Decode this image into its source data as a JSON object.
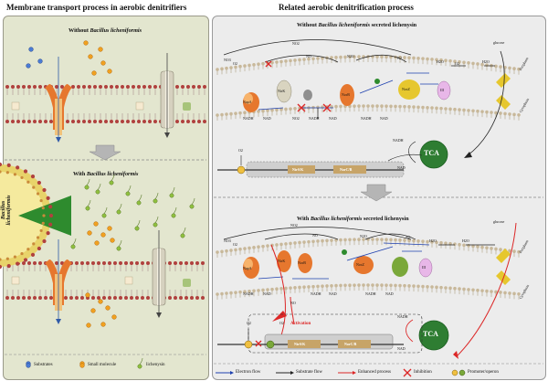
{
  "left_panel": {
    "title": "Membrane transport process in aerobic denitrifiers",
    "top_subtitle_prefix": "Without ",
    "top_subtitle_italic": "Bacillus licheniformis",
    "bottom_subtitle_prefix": "With ",
    "bottom_subtitle_italic": "Bacillus licheniformis",
    "cell_label": "Bacillus licheniformis"
  },
  "right_panel": {
    "title": "Related aerobic denitrification process",
    "top_subtitle_prefix": "Without ",
    "top_subtitle_italic": "Bacillus licheniformis",
    "top_subtitle_suffix": " secreted lichenysin",
    "bottom_subtitle_prefix": "With ",
    "bottom_subtitle_italic": "Bacillus licheniformis",
    "bottom_subtitle_suffix": " secreted lichenysin",
    "glucose": "glucose",
    "periplasm": "Periplasm",
    "cytoplasm": "Cytoplasm",
    "tca": "TCA",
    "nadh": "NADH",
    "nad": "NAD",
    "no3": "NO3",
    "no2": "NO2",
    "no": "NO",
    "n2o": "N2O",
    "n2": "N2",
    "h2o": "H2O",
    "o2": "O2",
    "napa": "NapA",
    "nirk": "NirK",
    "norb": "NorB",
    "nosz": "NosZ",
    "complex3": "III",
    "nirs_box": "NirS/K",
    "nor_box": "NorC/B",
    "activation": "Activation",
    "o2_box": "O2"
  },
  "legend": {
    "substrates": "Substrates",
    "small_molecule": "Small molecule",
    "lichenysin": "lichenysin",
    "electron_flow": "Electron flow",
    "substrate_flow": "Substrate flow",
    "enhanced_process": "Enhanced process",
    "inhibition": "Inhibition",
    "promoter_operon": "Promoter/operon"
  },
  "colors": {
    "left_bg": "#e3e6cf",
    "right_bg": "#ececec",
    "membrane_head": "#b0413e",
    "tca": "#2e7d32",
    "electron_flow": "#1e40af",
    "enhanced": "#dc2626",
    "operon_box": "#b07a3a"
  }
}
